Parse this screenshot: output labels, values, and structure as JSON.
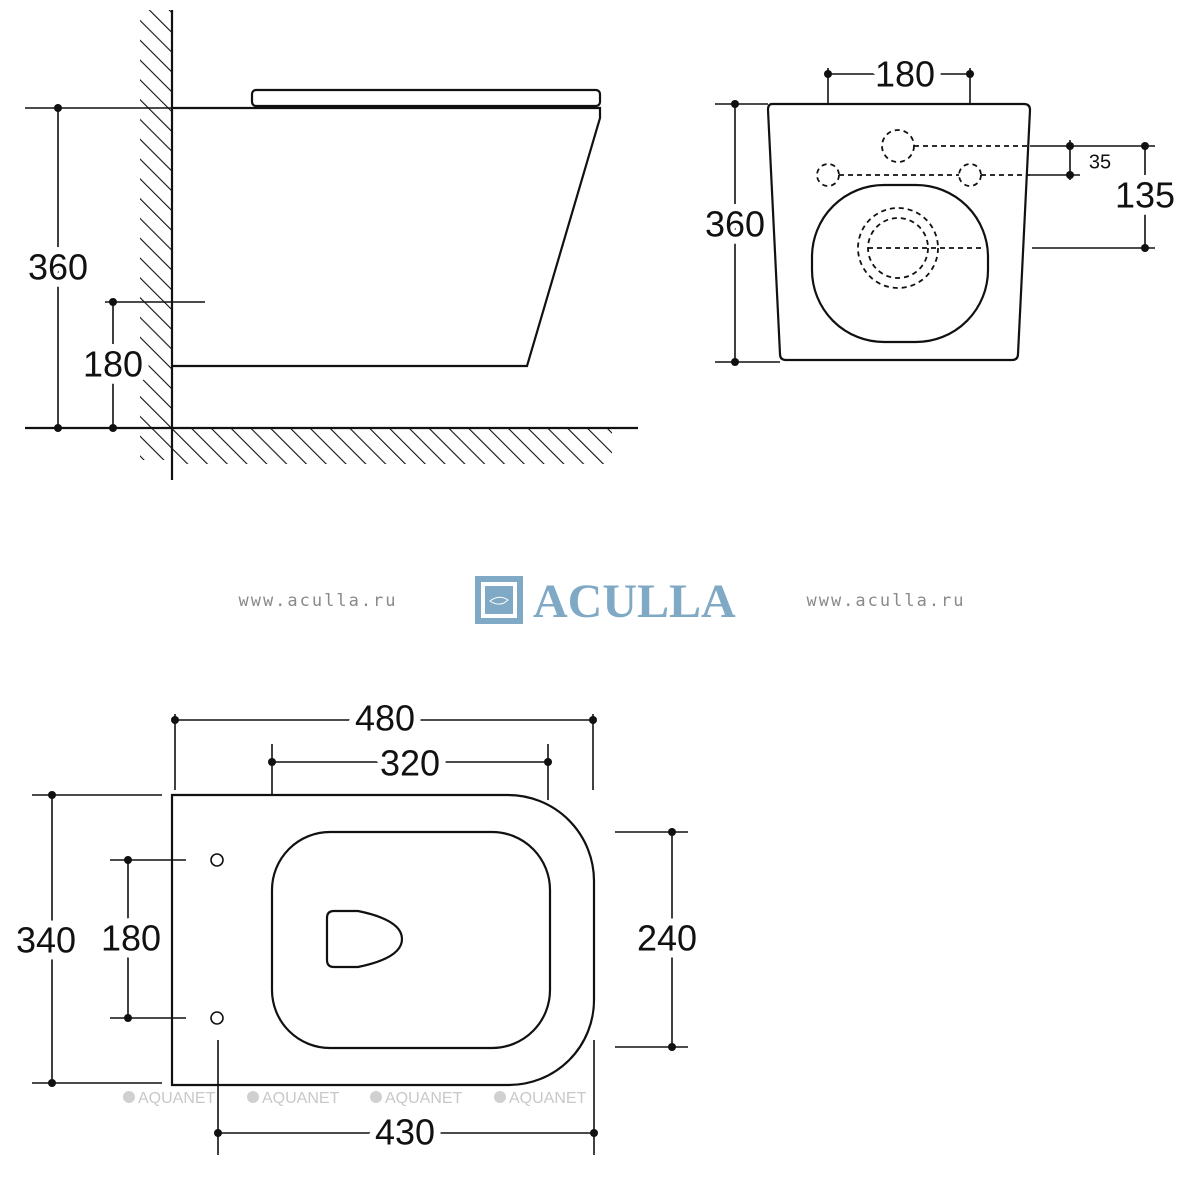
{
  "side_view": {
    "height_total": "360",
    "height_fixing": "180"
  },
  "front_view": {
    "hole_spacing": "180",
    "height_total": "360",
    "offset_small": "35",
    "offset_outlet": "135"
  },
  "brand": {
    "url_left": "www.aculla.ru",
    "url_right": "www.aculla.ru",
    "logo_text": "ACULLA",
    "color": "#7fa9c4"
  },
  "top_view": {
    "length_total": "480",
    "bowl_length": "320",
    "width_total": "340",
    "hole_spacing": "180",
    "bowl_width": "240",
    "length_base": "430"
  },
  "watermarks": [
    "AQUANET",
    "AQUANET",
    "AQUANET",
    "AQUANET"
  ]
}
